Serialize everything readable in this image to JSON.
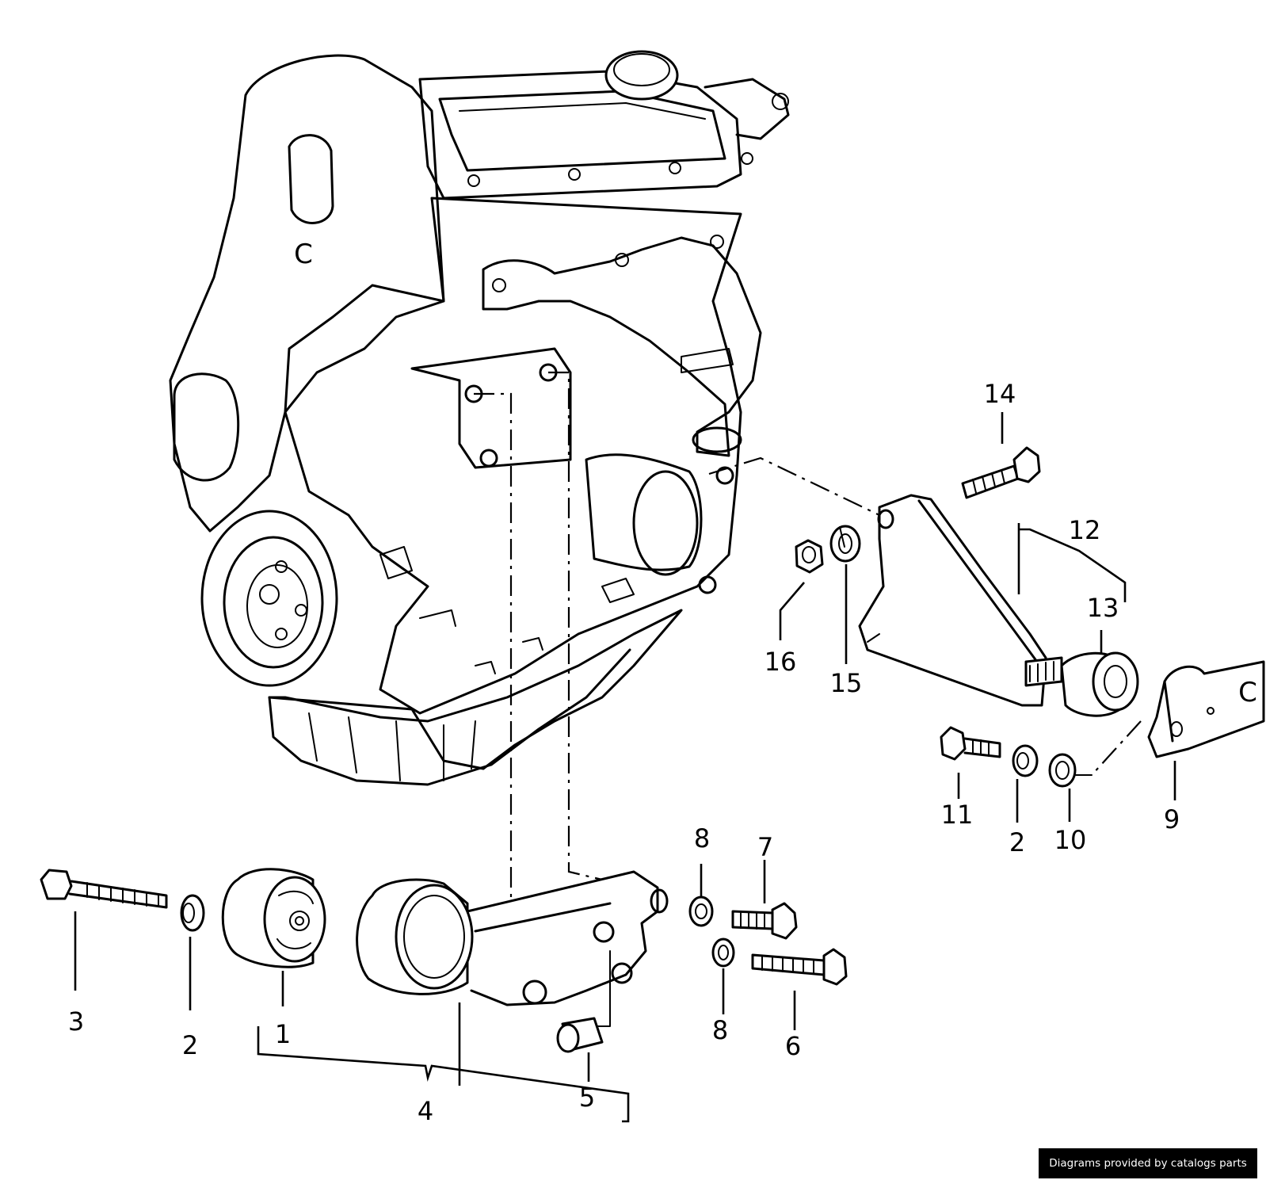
{
  "callouts": {
    "c1": "1",
    "c2a": "2",
    "c2b": "2",
    "c3": "3",
    "c4": "4",
    "c5": "5",
    "c6": "6",
    "c7": "7",
    "c8a": "8",
    "c8b": "8",
    "c9": "9",
    "c10": "10",
    "c11": "11",
    "c12": "12",
    "c13": "13",
    "c14": "14",
    "c15": "15",
    "c16": "16"
  },
  "engine_marks": {
    "cover": "C",
    "bracket": "C"
  },
  "credit": "Diagrams provided by catalogs parts"
}
